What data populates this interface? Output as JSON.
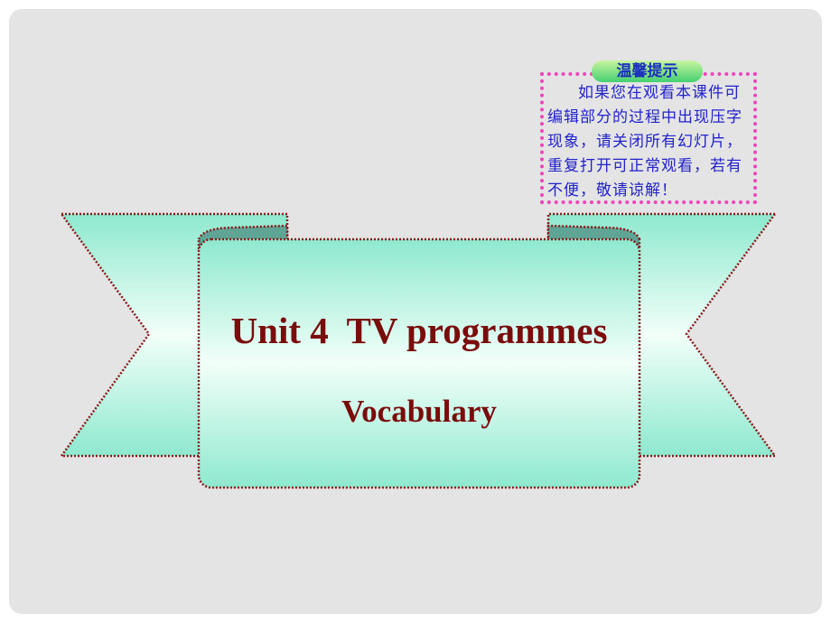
{
  "slide": {
    "title": "Unit 4  TV programmes",
    "subtitle": "Vocabulary",
    "tip": {
      "header": "温馨提示",
      "body": "如果您在观看本课件可编辑部分的过程中出现压字现象，请关闭所有幻灯片，重复打开可正常观看，若有不便，敬请谅解！"
    }
  },
  "colors": {
    "title": "#7a0c0c",
    "ribbon": "#9ff0d8",
    "border": "#8b1a1a",
    "tip_border": "#ee44bb",
    "tip_text": "#2222cc"
  }
}
